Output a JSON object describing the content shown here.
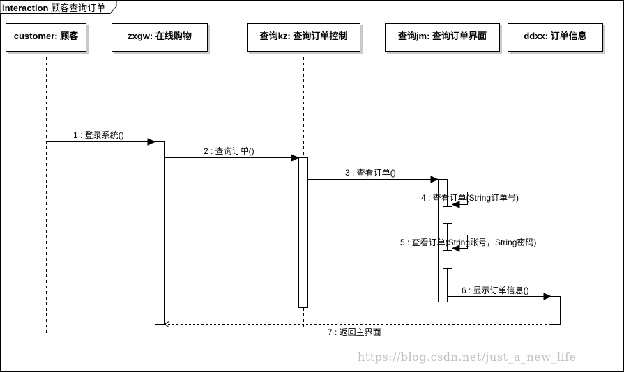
{
  "frame": {
    "keyword": "interaction",
    "name": "顾客查询订单"
  },
  "lifelines": [
    {
      "id": "customer",
      "label": "customer: 顾客"
    },
    {
      "id": "zxgw",
      "label": "zxgw: 在线购物"
    },
    {
      "id": "kz",
      "label": "查询kz: 查询订单控制"
    },
    {
      "id": "jm",
      "label": "查询jm: 查询订单界面"
    },
    {
      "id": "ddxx",
      "label": "ddxx: 订单信息"
    }
  ],
  "messages": [
    {
      "label": "1 : 登录系统()",
      "kind": "sync",
      "from": "customer",
      "to": "zxgw"
    },
    {
      "label": "2 : 查询订单()",
      "kind": "sync",
      "from": "zxgw",
      "to": "kz"
    },
    {
      "label": "3 : 查看订单()",
      "kind": "sync",
      "from": "kz",
      "to": "jm"
    },
    {
      "label": "4 : 查看订单(String订单号)",
      "kind": "self",
      "from": "jm",
      "to": "jm"
    },
    {
      "label": "5 : 查看订单(String账号，String密码)",
      "kind": "self",
      "from": "jm",
      "to": "jm"
    },
    {
      "label": "6 : 显示订单信息()",
      "kind": "sync",
      "from": "jm",
      "to": "ddxx"
    },
    {
      "label": "7 : 返回主界面",
      "kind": "return",
      "from": "ddxx",
      "to": "zxgw"
    }
  ],
  "watermark": "https://blog.csdn.net/just_a_new_life"
}
